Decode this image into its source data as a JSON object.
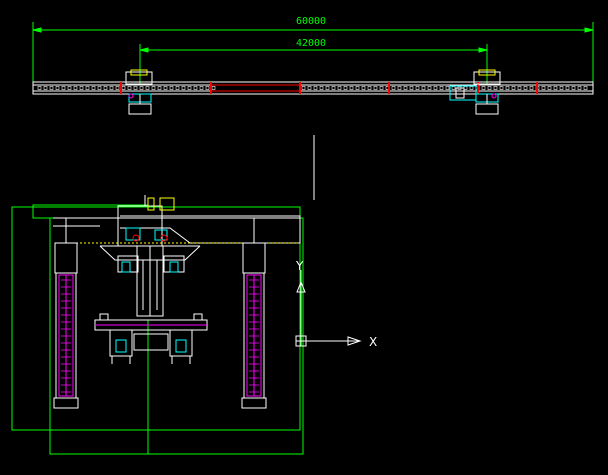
{
  "dimensions": {
    "overall": "60000",
    "span": "42000"
  },
  "ucs": {
    "y_label": "Y",
    "x_label": "X"
  },
  "colors": {
    "background": "#000000",
    "dimension": "#00ff00",
    "structure": "#ffffff",
    "accent_red": "#ff0000",
    "accent_magenta": "#ff00ff",
    "accent_yellow": "#ffff00",
    "accent_cyan": "#00ffff"
  }
}
